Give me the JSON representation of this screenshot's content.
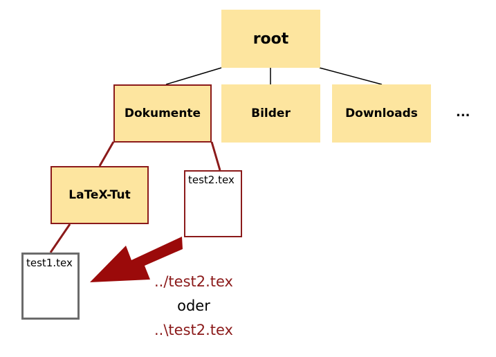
{
  "tree": {
    "root_label": "root",
    "folders": {
      "dokumente": "Dokumente",
      "bilder": "Bilder",
      "downloads": "Downloads",
      "latex_tut": "LaTeX-Tut"
    },
    "more": "...",
    "files": {
      "test1": "test1.tex",
      "test2": "test2.tex"
    }
  },
  "relative_path": {
    "unix": "../test2.tex",
    "conjunction": "oder",
    "windows": "..\\test2.tex"
  },
  "colors": {
    "folder_fill": "#fde59f",
    "highlight": "#8b1a1a",
    "arrow": "#9b0a0a",
    "file_grey_border": "#6b6b6b"
  }
}
